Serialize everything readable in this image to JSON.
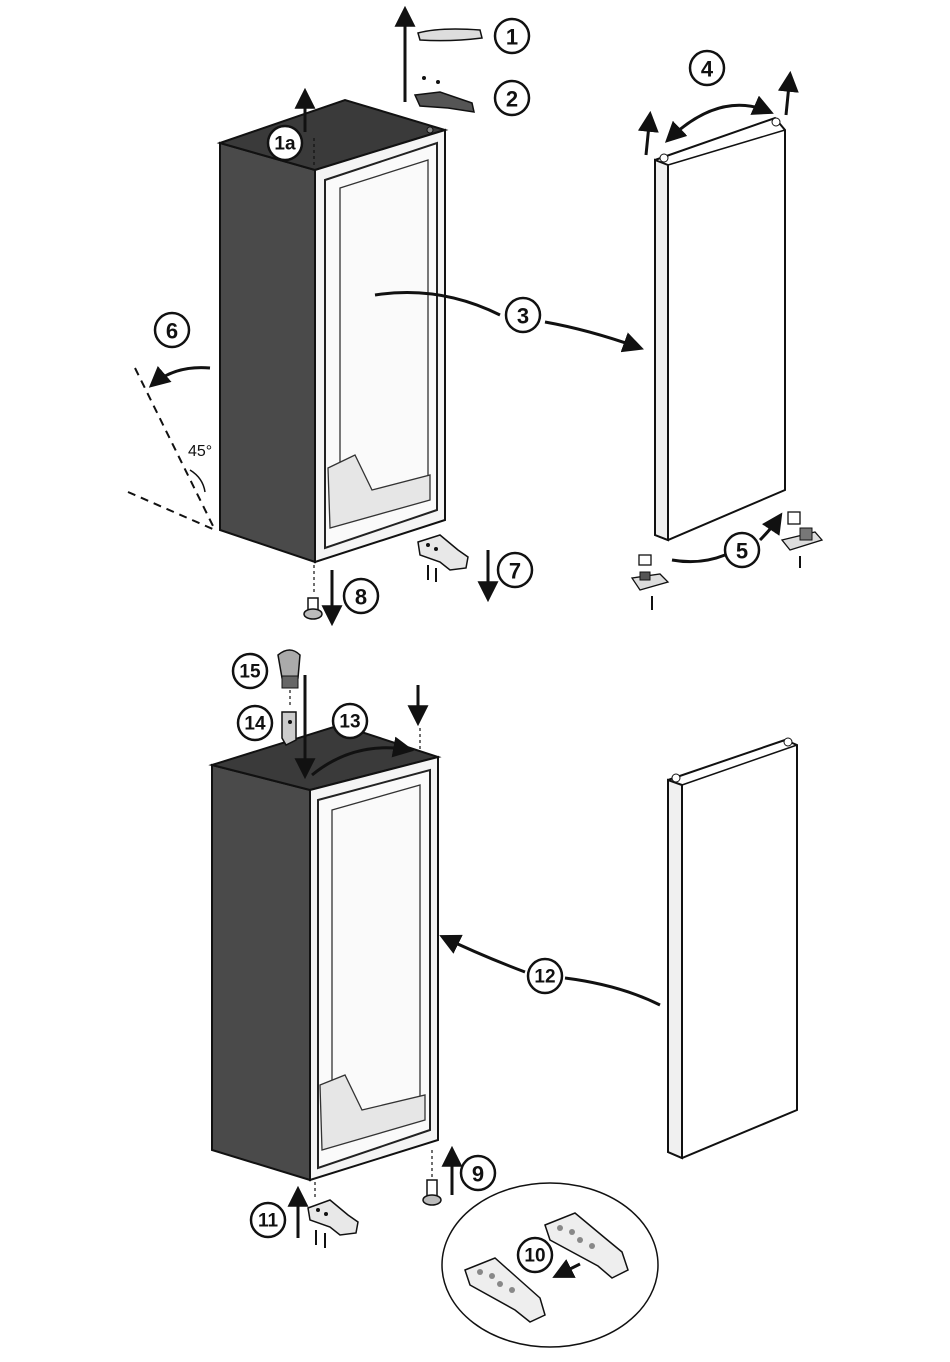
{
  "steps": {
    "s1": "1",
    "s1a": "1a",
    "s2": "2",
    "s3": "3",
    "s4": "4",
    "s5": "5",
    "s6": "6",
    "s7": "7",
    "s8": "8",
    "s9": "9",
    "s10": "10",
    "s11": "11",
    "s12": "12",
    "s13": "13",
    "s14": "14",
    "s15": "15"
  },
  "angle_label": "45°",
  "colors": {
    "cabinet_side": "#4a4a4a",
    "cabinet_top": "#3a3a3a",
    "cabinet_front": "#f2f2f2",
    "door": "#ffffff",
    "outline": "#111111"
  }
}
